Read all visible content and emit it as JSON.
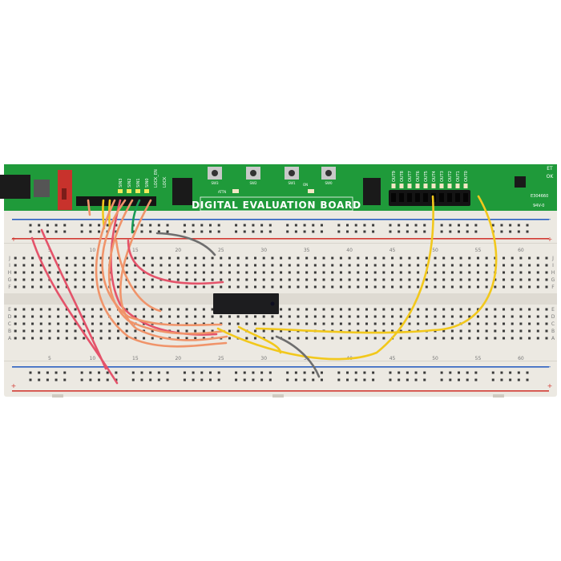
{
  "board": {
    "title": "DIGITAL EVALUATION BOARD",
    "input_labels": [
      "SIN3",
      "SIN2",
      "SIN1",
      "SIN0",
      "LOCK_EN",
      "LOCK"
    ],
    "button_labels": [
      "SW3",
      "SW2",
      "SW1",
      "SW0"
    ],
    "led_labels": [
      "ATTN",
      "ON"
    ],
    "output_labels": [
      "OUT9",
      "OUT8",
      "OUT7",
      "OUT6",
      "OUT5",
      "OUT4",
      "OUT3",
      "OUT2",
      "OUT1",
      "OUT0"
    ],
    "logo": "ET OK",
    "part_code": "E304660",
    "rating": "94V-0"
  },
  "breadboard": {
    "column_numbers": [
      "5",
      "10",
      "15",
      "20",
      "25",
      "30",
      "35",
      "40",
      "45",
      "50",
      "55",
      "60"
    ],
    "rows_top": [
      "J",
      "I",
      "H",
      "G",
      "F"
    ],
    "rows_bottom": [
      "E",
      "D",
      "C",
      "B",
      "A"
    ],
    "rail_minus": "-",
    "rail_plus": "+"
  },
  "colors": {
    "pcb": "#1f9a3a",
    "breadboard": "#ece9e2",
    "rail_blue": "#2a5fc0",
    "rail_red": "#d23a33",
    "wire_orange": "#f0946a",
    "wire_red": "#e4536a",
    "wire_yellow": "#f2c81c",
    "wire_gray": "#6e6e6e",
    "wire_green": "#1a9a55"
  }
}
